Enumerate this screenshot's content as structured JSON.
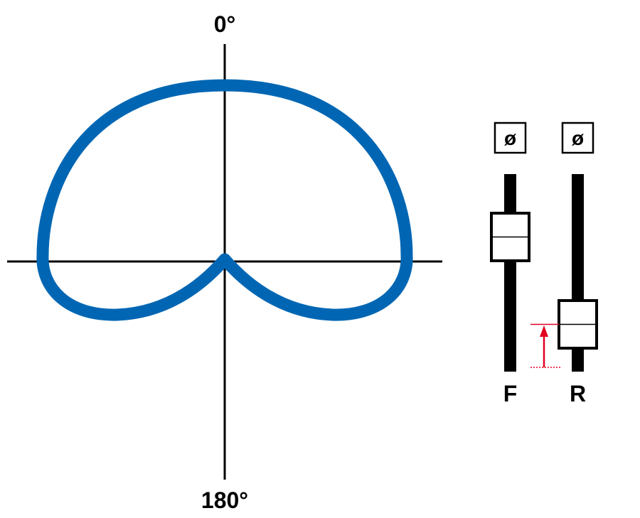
{
  "polar": {
    "label_top": "0°",
    "label_bottom": "180°",
    "pattern_color": "#0066b3",
    "axis_color": "#000000"
  },
  "mixer": {
    "channels": [
      {
        "label": "F",
        "phase_symbol": "ø",
        "fader_level": 0.69
      },
      {
        "label": "R",
        "phase_symbol": "ø",
        "fader_level": 0.24
      }
    ],
    "arrow_color": "#e00020"
  }
}
